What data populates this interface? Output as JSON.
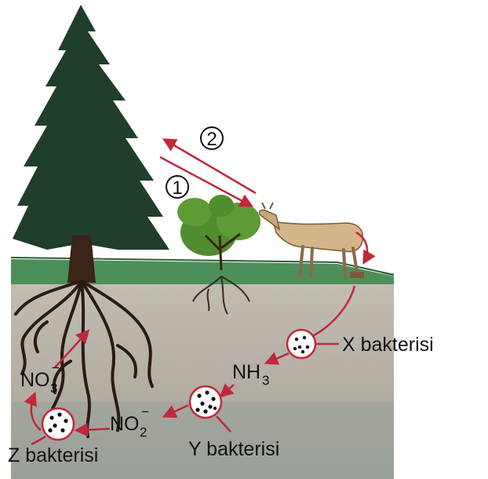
{
  "steps": {
    "step1": "1",
    "step2": "2"
  },
  "bacteria": {
    "x_label": "X bakterisi",
    "y_label": "Y bakterisi",
    "z_label": "Z bakterisi"
  },
  "compounds": {
    "nh3_base": "NH",
    "nh3_sub": "3",
    "no2_base": "NO",
    "no2_sub": "2",
    "no2_sup": "−",
    "no3_base": "NO",
    "no3_sub": "3",
    "no3_sup": "−"
  },
  "colors": {
    "arrow": "#c0283b",
    "tree": "#1f3f2a",
    "grass": "#4d8f5a",
    "soil": "#b5b0a6"
  }
}
